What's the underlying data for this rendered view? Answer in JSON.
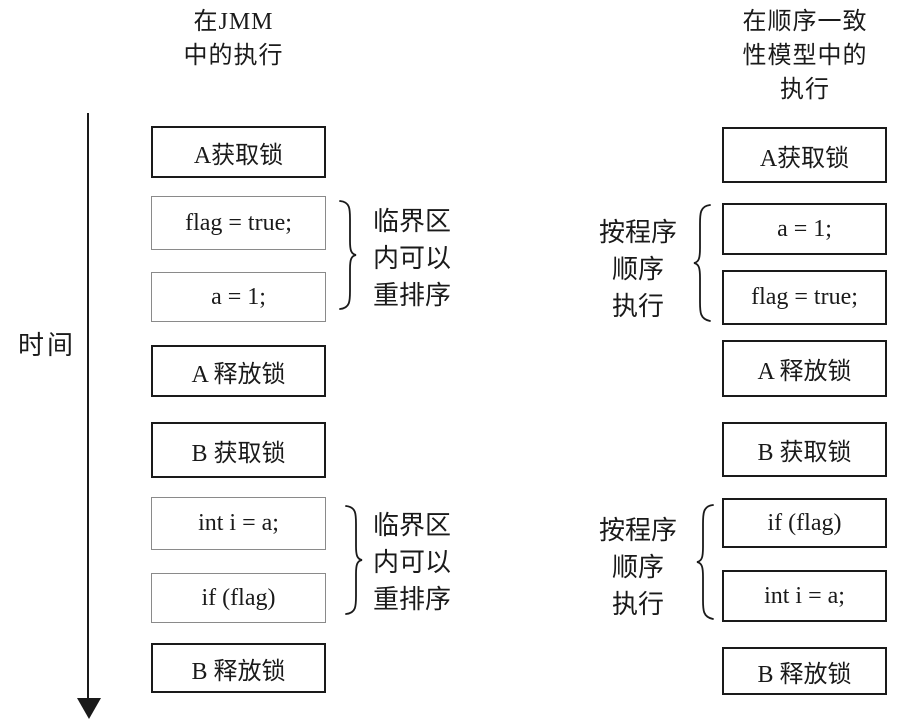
{
  "time_axis": {
    "label": "时间"
  },
  "left_column": {
    "title_lines": [
      "在JMM",
      "中的执行"
    ],
    "boxes": [
      "A获取锁",
      "flag = true;",
      "a = 1;",
      "A 释放锁",
      "B 获取锁",
      "int i = a;",
      "if (flag)",
      "B 释放锁"
    ]
  },
  "right_column": {
    "title_lines": [
      "在顺序一致",
      "性模型中的",
      "执行"
    ],
    "boxes": [
      "A获取锁",
      "a = 1;",
      "flag = true;",
      "A 释放锁",
      "B 获取锁",
      "if (flag)",
      "int i = a;",
      "B 释放锁"
    ]
  },
  "annotations": {
    "left_top": {
      "lines": [
        "临界区",
        "内可以",
        "重排序"
      ]
    },
    "left_bottom": {
      "lines": [
        "临界区",
        "内可以",
        "重排序"
      ]
    },
    "right_top": {
      "lines": [
        "按程序",
        "顺序",
        "执行"
      ]
    },
    "right_bottom": {
      "lines": [
        "按程序",
        "顺序",
        "执行"
      ]
    }
  },
  "colors": {
    "text": "#1a1a1a",
    "border_dark": "#1a1a1a",
    "border_light": "#8a8a8a",
    "background": "#ffffff"
  }
}
